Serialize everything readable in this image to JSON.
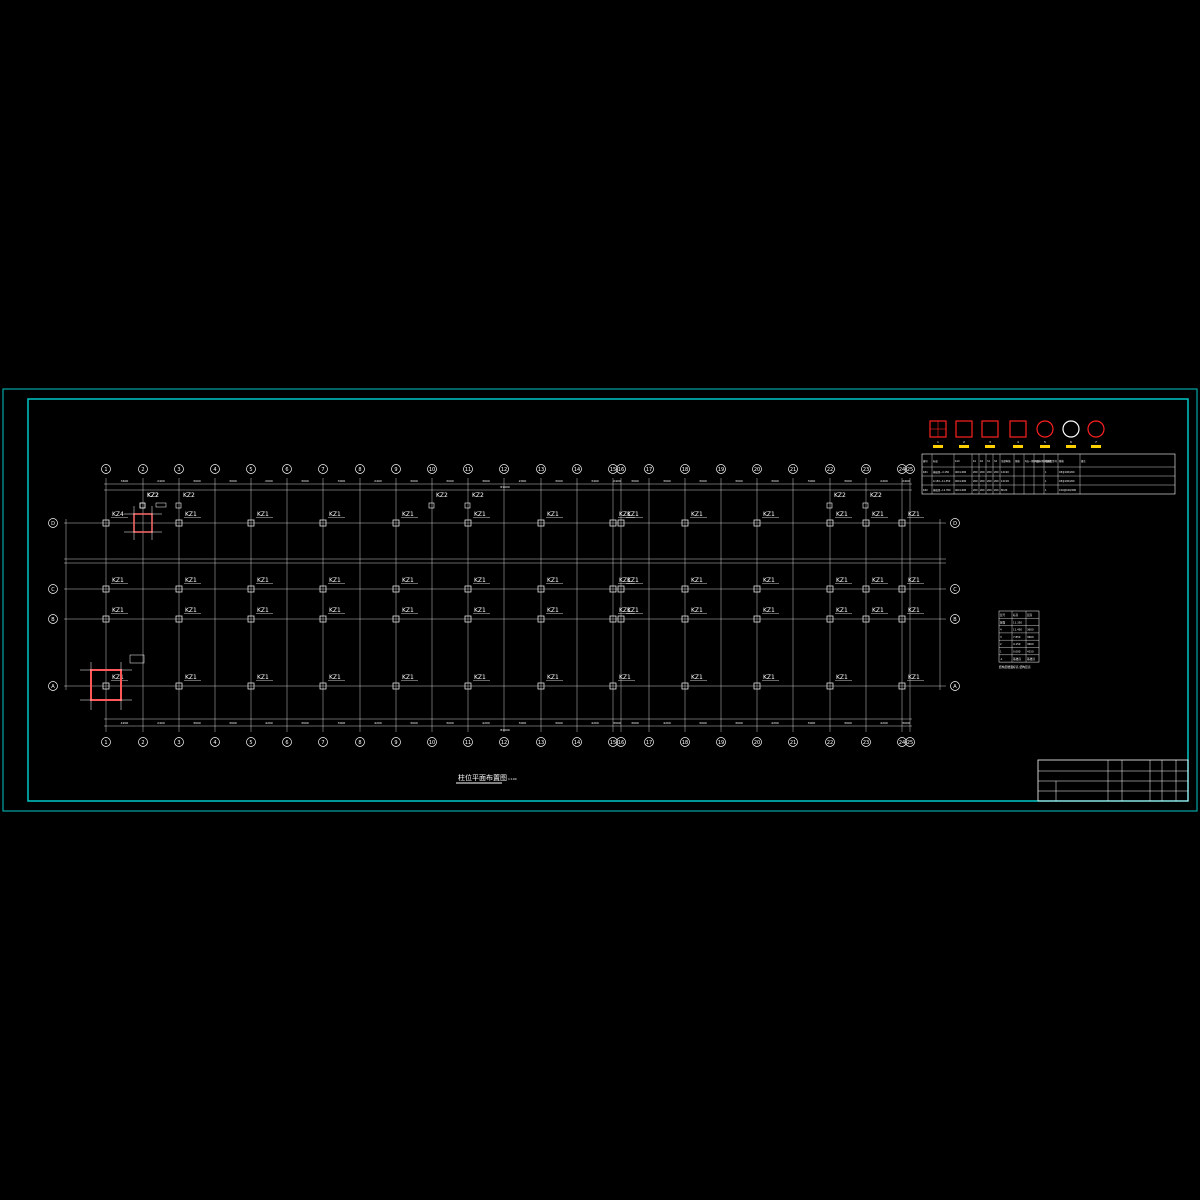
{
  "drawing": {
    "title": "柱位平面布置图",
    "scale": "1:100",
    "colors": {
      "background": "#000000",
      "frame": "#00c8c8",
      "lines": "#ffffff",
      "column_section": "#ff2020",
      "marker_fill": "#ffd000",
      "grid": "#c8c8c8"
    }
  },
  "axes": {
    "numbers": [
      "1",
      "2",
      "3",
      "4",
      "5",
      "6",
      "7",
      "8",
      "9",
      "10",
      "11",
      "12",
      "13",
      "14",
      "15",
      "16",
      "17",
      "18",
      "19",
      "20",
      "21",
      "22",
      "23",
      "24",
      "25"
    ],
    "letters": [
      "D",
      "C",
      "B",
      "A"
    ]
  },
  "dimensions": {
    "top": [
      "3400",
      "2400",
      "3000",
      "3000",
      "2000",
      "3000",
      "3000",
      "2400",
      "3000",
      "3000",
      "3600",
      "2000",
      "3000",
      "3400",
      "2400",
      "3000",
      "3000",
      "3000",
      "3000",
      "3000",
      "3000",
      "3000",
      "2400",
      "2400"
    ],
    "bottom": [
      "4200",
      "2400",
      "3000",
      "3000",
      "4200",
      "3000",
      "3000",
      "4200",
      "3000",
      "3000",
      "4200",
      "3000",
      "3000",
      "4200",
      "3000",
      "3000",
      "4200",
      "3000",
      "3000",
      "4200",
      "3000",
      "3000",
      "4200",
      "3000"
    ],
    "total": "81900"
  },
  "columns": {
    "row_D": [
      "KZ4",
      "KZ1",
      "KZ1",
      "KZ1",
      "KZ1",
      "KZ1",
      "KZ1",
      "KZ1",
      "KZ1",
      "KZ1",
      "KZ1",
      "KZ1",
      "KZ1",
      "KZ1"
    ],
    "row_D_upper": [
      "KZ2",
      "KZ2",
      "KZ2",
      "KZ2",
      "KZ2",
      "KZ2",
      "KZ2"
    ],
    "row_C": [
      "KZ1",
      "KZ1",
      "KZ1",
      "KZ1",
      "KZ1",
      "KZ1",
      "KZ1",
      "KZ1",
      "KZ1",
      "KZ1",
      "KZ1",
      "KZ1",
      "KZ1",
      "KZ1"
    ],
    "row_B": [
      "KZ1",
      "KZ1",
      "KZ1",
      "KZ1",
      "KZ1",
      "KZ1",
      "KZ1",
      "KZ1",
      "KZ1",
      "KZ1",
      "KZ1",
      "KZ1",
      "KZ1",
      "KZ1"
    ],
    "row_A": [
      "KZ1",
      "KZ1",
      "KZ1",
      "KZ1",
      "KZ1",
      "KZ1",
      "KZ1",
      "KZ1",
      "KZ1",
      "KZ1",
      "KZ1",
      "KZ1"
    ]
  },
  "column_table": {
    "headers": [
      "编号",
      "标高",
      "b×h",
      "b1",
      "b2",
      "h1",
      "h2",
      "全部纵筋",
      "角筋",
      "b边一侧中部筋",
      "h边一侧中部筋",
      "箍筋类型号",
      "箍筋",
      "备注"
    ],
    "rows": [
      [
        "KZ1",
        "基础顶~4.150",
        "400×400",
        "200",
        "200",
        "200",
        "200",
        "12C20",
        "",
        "",
        "",
        "1",
        "C8@100/200",
        ""
      ],
      [
        "",
        "4.150~11.350",
        "400×400",
        "200",
        "200",
        "200",
        "200",
        "12C18",
        "",
        "",
        "",
        "1",
        "C8@100/200",
        ""
      ],
      [
        "KZ2",
        "基础顶~11.350",
        "400×400",
        "200",
        "200",
        "200",
        "200",
        "8C20",
        "",
        "",
        "",
        "1",
        "C10@100/200",
        ""
      ]
    ]
  },
  "section_types": [
    "1",
    "2",
    "3",
    "4",
    "5",
    "6",
    "7"
  ],
  "level_table": {
    "headers": [
      "层号",
      "标高",
      "层高"
    ],
    "rows": [
      [
        "屋面",
        "11.350",
        ""
      ],
      [
        "4",
        "11.450",
        "3600"
      ],
      [
        "3",
        "7.850",
        "3600"
      ],
      [
        "2",
        "4.150",
        "3600"
      ],
      [
        "1",
        "0.000",
        "4150"
      ],
      [
        "-1",
        "基础顶",
        "基础顶"
      ]
    ],
    "caption": "结构层楼面标高 结构层高"
  },
  "title_block": {
    "cells": [
      "",
      "",
      "",
      "",
      "",
      "",
      "",
      "",
      "",
      "",
      "",
      "",
      "",
      "",
      "",
      "",
      "",
      ""
    ]
  }
}
